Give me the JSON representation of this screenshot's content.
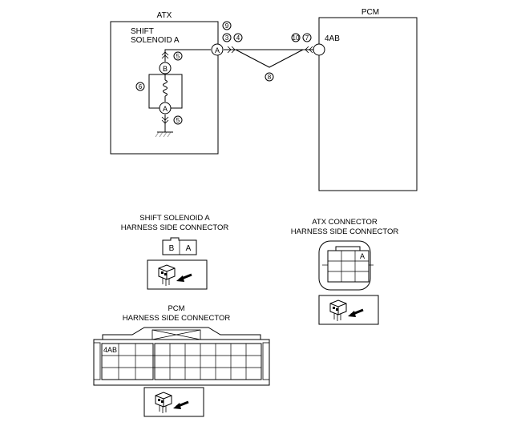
{
  "wiring": {
    "atx_label": "ATX",
    "pcm_label": "PCM",
    "solenoid_line1": "SHIFT",
    "solenoid_line2": "SOLENOID A",
    "terminal_a": "A",
    "terminal_b": "B",
    "terminal_a_main": "A",
    "pcm_terminal": "4AB",
    "callout_9": "9",
    "callout_3": "3",
    "callout_4": "4",
    "callout_10": "10",
    "callout_7": "7",
    "callout_8": "8",
    "callout_6": "6",
    "callout_5_top": "5",
    "callout_5_bottom": "5"
  },
  "connectors": {
    "solenoid": {
      "title_line1": "SHIFT SOLENOID A",
      "title_line2": "HARNESS SIDE CONNECTOR",
      "pin_b": "B",
      "pin_a": "A"
    },
    "atx": {
      "title_line1": "ATX CONNECTOR",
      "title_line2": "HARNESS SIDE CONNECTOR",
      "pin_a": "A"
    },
    "pcm": {
      "title_line1": "PCM",
      "title_line2": "HARNESS SIDE CONNECTOR",
      "pin_4ab": "4AB"
    }
  }
}
